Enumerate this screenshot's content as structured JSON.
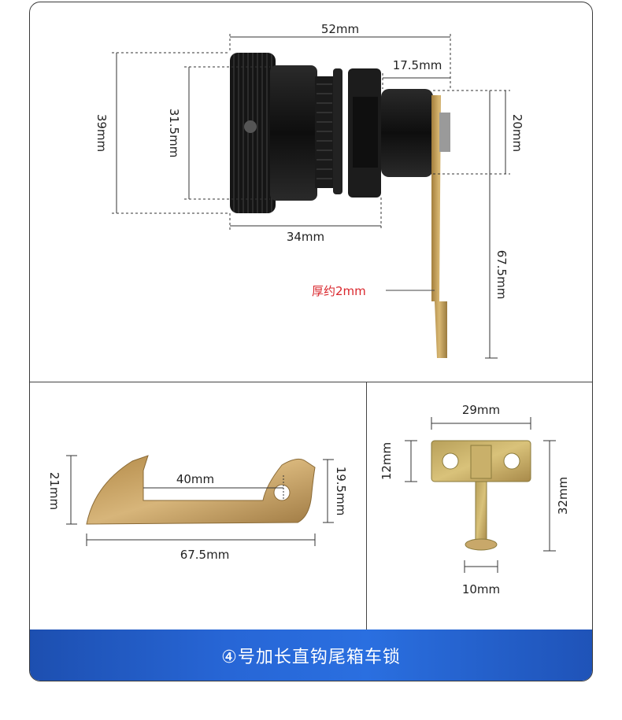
{
  "top": {
    "dim_52": "52mm",
    "dim_17_5": "17.5mm",
    "dim_39": "39mm",
    "dim_31_5": "31.5mm",
    "dim_20": "20mm",
    "dim_34": "34mm",
    "dim_67_5": "67.5mm",
    "thickness_note": "厚约2mm"
  },
  "hook": {
    "dim_21": "21mm",
    "dim_40": "40mm",
    "dim_19_5": "19.5mm",
    "dim_67_5": "67.5mm"
  },
  "bracket": {
    "dim_29": "29mm",
    "dim_12": "12mm",
    "dim_32": "32mm",
    "dim_10": "10mm"
  },
  "banner": {
    "title": "④号加长直钩尾箱车锁"
  },
  "colors": {
    "banner_blue": "#2766d6",
    "annotation_red": "#d9262c",
    "metal_gold": "#c7a35a"
  }
}
